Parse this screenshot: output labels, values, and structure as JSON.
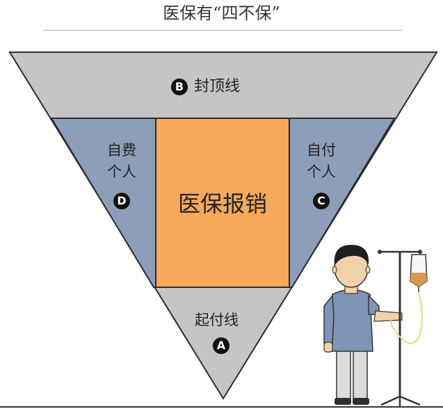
{
  "title": "医保有“四不保”",
  "regions": {
    "top": {
      "letter": "B",
      "label": "封顶线"
    },
    "left": {
      "letter": "D",
      "label_line1": "自费",
      "label_line2": "个人"
    },
    "center": {
      "label": "医保报销"
    },
    "right": {
      "letter": "C",
      "label_line1": "自付",
      "label_line2": "个人"
    },
    "bottom": {
      "letter": "A",
      "label": "起付线"
    }
  },
  "colors": {
    "outer_band": "#c5c5c7",
    "side_bands": "#8d9fb8",
    "center_box": "#f7a85c",
    "outline": "#2c2c2c"
  },
  "icons": [
    "patient-icon",
    "iv-drip-stand-icon"
  ]
}
